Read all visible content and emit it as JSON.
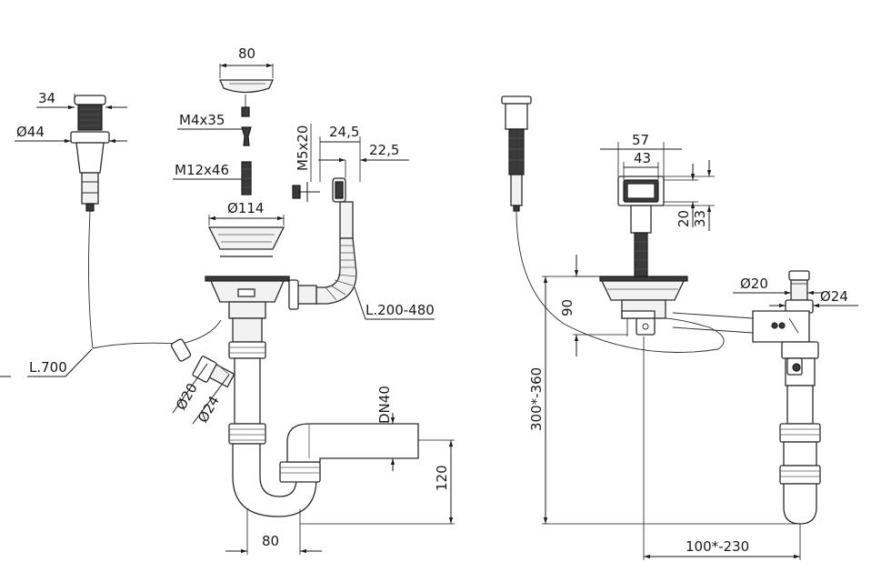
{
  "labels": {
    "d34": "34",
    "d44": "Ø44",
    "d80_top": "80",
    "m4x35": "M4x35",
    "m12x46": "M12x46",
    "d114": "Ø114",
    "m5x20": "M5x20",
    "d24_5": "24,5",
    "d22_5": "22,5",
    "l200": "L.200-480",
    "l700": "L.700",
    "d20_left": "Ø20",
    "d24_left": "Ø24",
    "dn40": "DN40",
    "d120": "120",
    "d80_bottom": "80",
    "d57": "57",
    "d43": "43",
    "d20_right": "20",
    "d33": "33",
    "d90": "90",
    "d300_360": "300*-360",
    "d20_overflow": "Ø20",
    "d24_overflow": "Ø24",
    "d100_230": "100*-230"
  }
}
